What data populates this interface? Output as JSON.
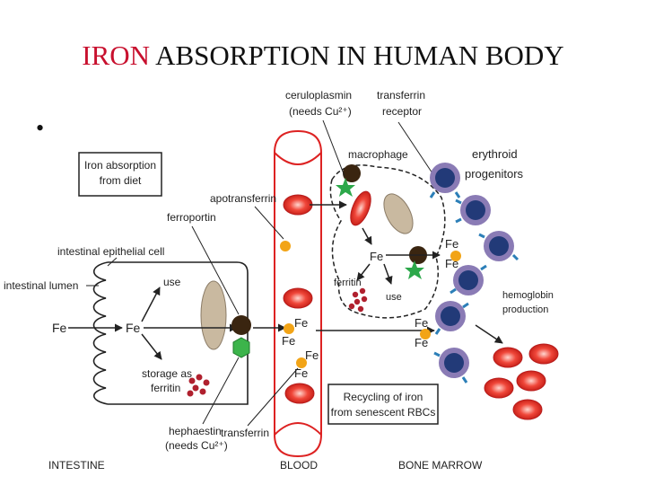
{
  "title": {
    "highlight": "IRON",
    "rest": " ABSORPTION IN HUMAN BODY"
  },
  "bullet": "•",
  "labels": {
    "iron_absorption_1": "Iron absorption",
    "iron_absorption_2": "from diet",
    "ferroportin": "ferroportin",
    "apotransferrin": "apotransferrin",
    "ceruloplasmin_1": "ceruloplasmin",
    "ceruloplasmin_2": "(needs Cu²⁺)",
    "transferrin_receptor_1": "transferrin",
    "transferrin_receptor_2": "receptor",
    "macrophage": "macrophage",
    "erythroid_1": "erythroid",
    "erythroid_2": "progenitors",
    "intestinal_epithelial_cell": "intestinal epithelial cell",
    "intestinal_lumen": "intestinal lumen",
    "fe": "Fe",
    "use": "use",
    "storage_1": "storage as",
    "storage_2": "ferritin",
    "ferritin": "ferritin",
    "hemoglobin_1": "hemoglobin",
    "hemoglobin_2": "production",
    "hephaestin_1": "hephaestin",
    "hephaestin_2": "(needs Cu²⁺)",
    "transferrin": "transferrin",
    "recycling_1": "Recycling of iron",
    "recycling_2": "from senescent RBCs",
    "intestine": "INTESTINE",
    "blood": "BLOOD",
    "bone_marrow": "BONE MARROW"
  },
  "colors": {
    "title_highlight": "#c8102e",
    "rbc": "#e8352c",
    "iron": "#f2a417",
    "ferroportin": "#3a2510",
    "hephaestin": "#3cb44b",
    "ceruloplasmin": "#2ca84a",
    "progenitor_outer": "#8a7bb5",
    "progenitor_inner": "#223a78",
    "receptor": "#2c7fb8",
    "ferritin": "#b0202e",
    "nucleus": "#c9b9a0"
  }
}
